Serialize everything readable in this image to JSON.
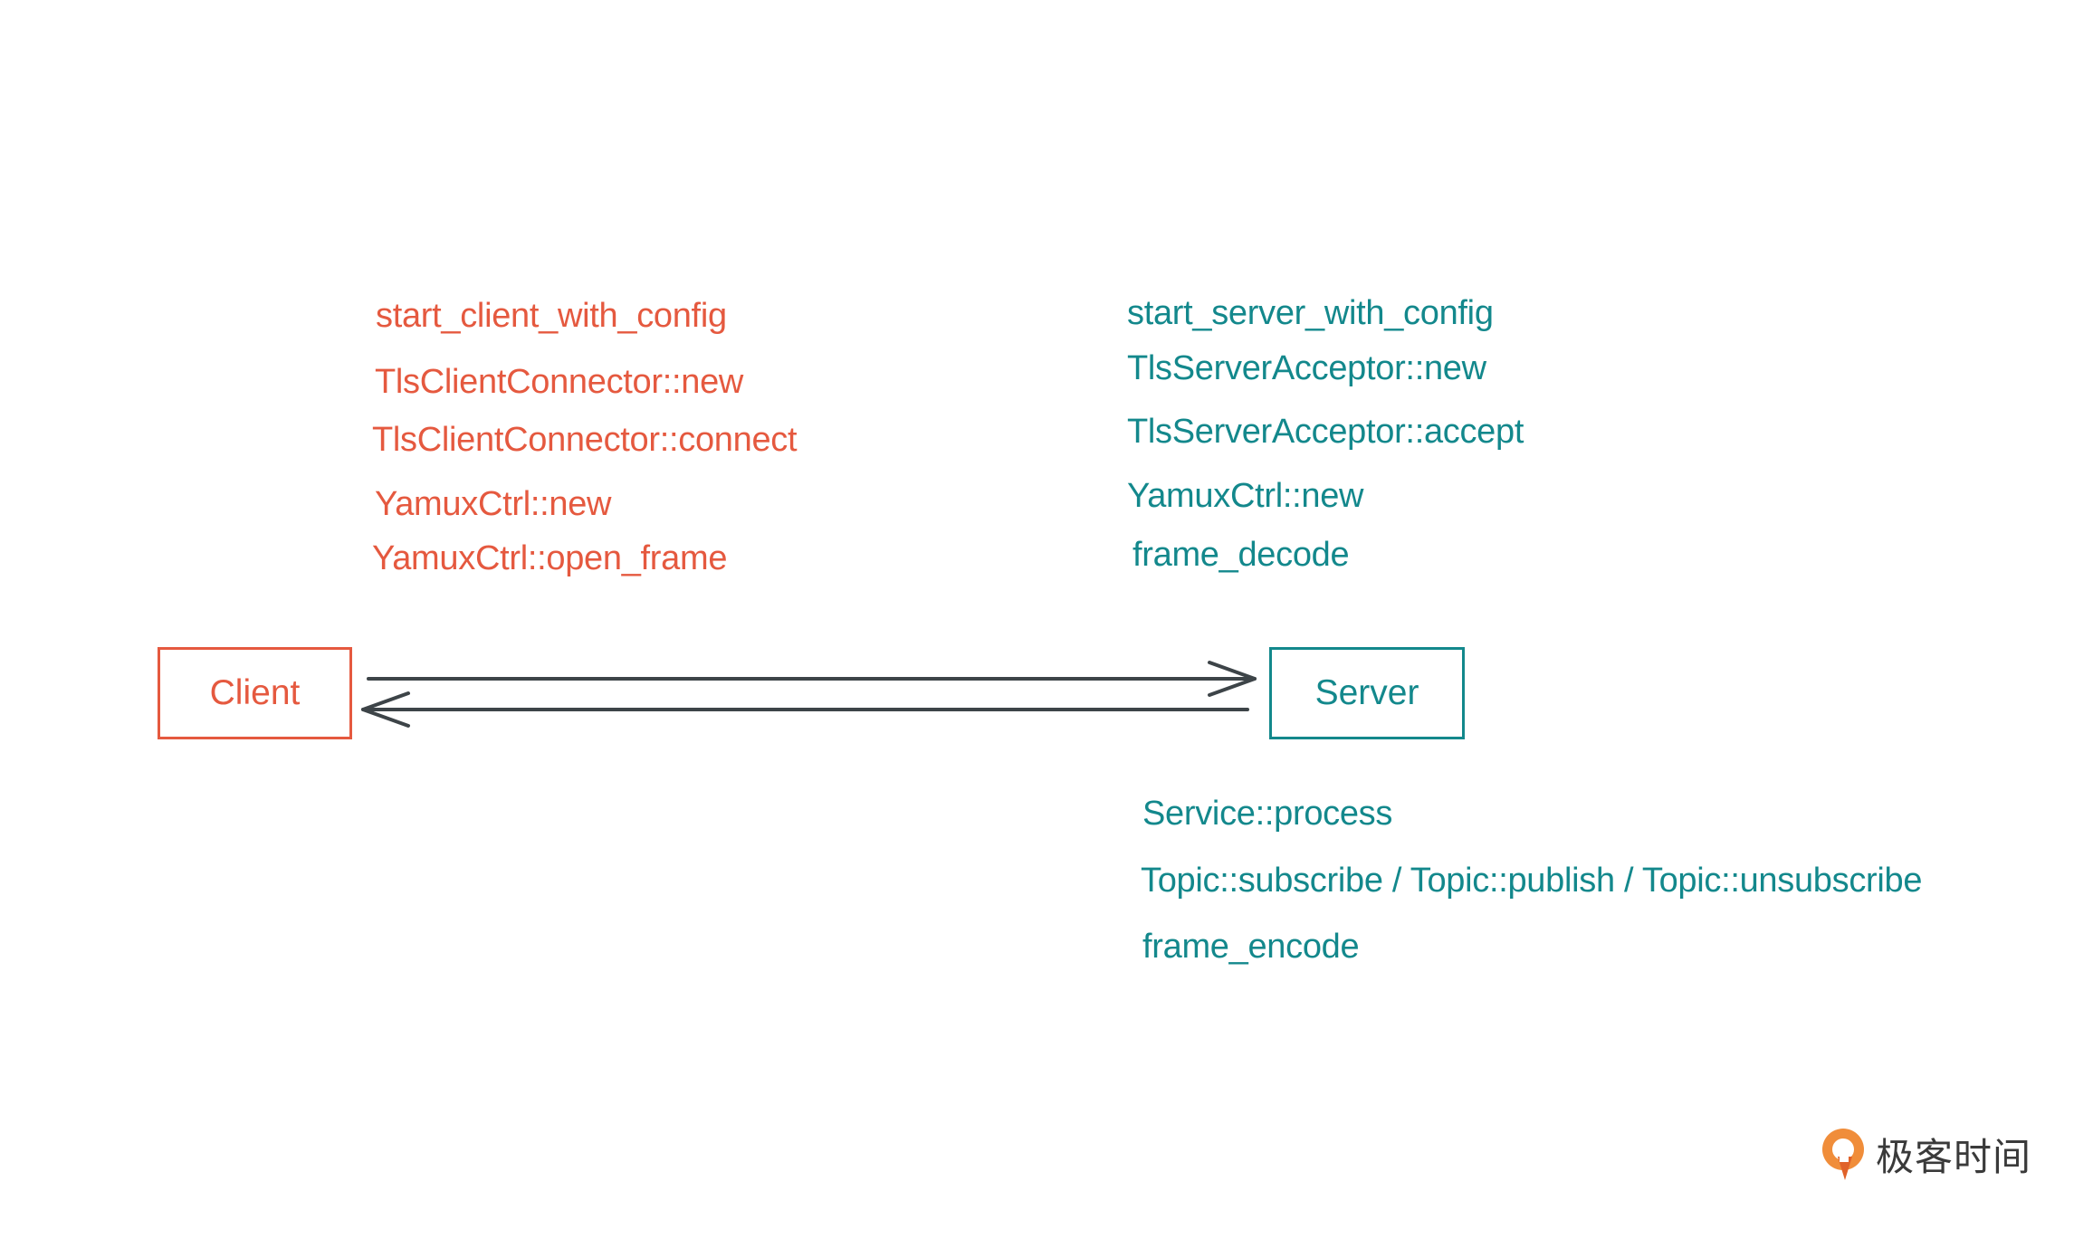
{
  "client": {
    "label": "Client",
    "color": "#e5593f",
    "functions": [
      "start_client_with_config",
      "TlsClientConnector::new",
      "TlsClientConnector::connect",
      "YamuxCtrl::new",
      "YamuxCtrl::open_frame"
    ]
  },
  "server": {
    "label": "Server",
    "color": "#13888c",
    "functions_top": [
      "start_server_with_config",
      "TlsServerAcceptor::new",
      "TlsServerAcceptor::accept",
      "YamuxCtrl::new",
      "frame_decode"
    ],
    "functions_bottom": [
      "Service::process",
      "Topic::subscribe / Topic::publish / Topic::unsubscribe",
      "frame_encode"
    ]
  },
  "arrow_color": "#3d4448",
  "logo": {
    "text": "极客时间",
    "icon": "geektime-logo-icon"
  }
}
